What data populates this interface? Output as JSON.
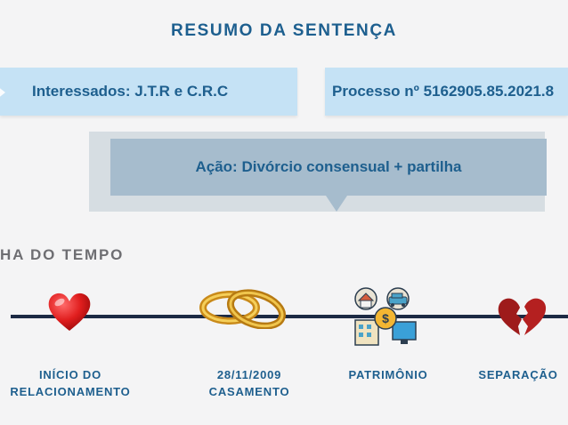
{
  "header": {
    "title": "RESUMO DA SENTENÇA"
  },
  "boxes": {
    "interessados": "Interessados: J.T.R e C.R.C",
    "processo": "Processo nº 5162905.85.2021.8",
    "acao": "Ação: Divórcio consensual + partilha"
  },
  "timeline": {
    "title": "HA DO TEMPO",
    "events": [
      {
        "icon": "heart-icon",
        "line1": "INÍCIO DO",
        "line2": "RELACIONAMENTO"
      },
      {
        "icon": "wedding-rings-icon",
        "line1": "28/11/2009",
        "line2": "CASAMENTO"
      },
      {
        "icon": "assets-icon",
        "line1": "PATRIMÔNIO",
        "line2": ""
      },
      {
        "icon": "broken-heart-icon",
        "line1": "SEPARAÇÃO",
        "line2": ""
      }
    ]
  }
}
